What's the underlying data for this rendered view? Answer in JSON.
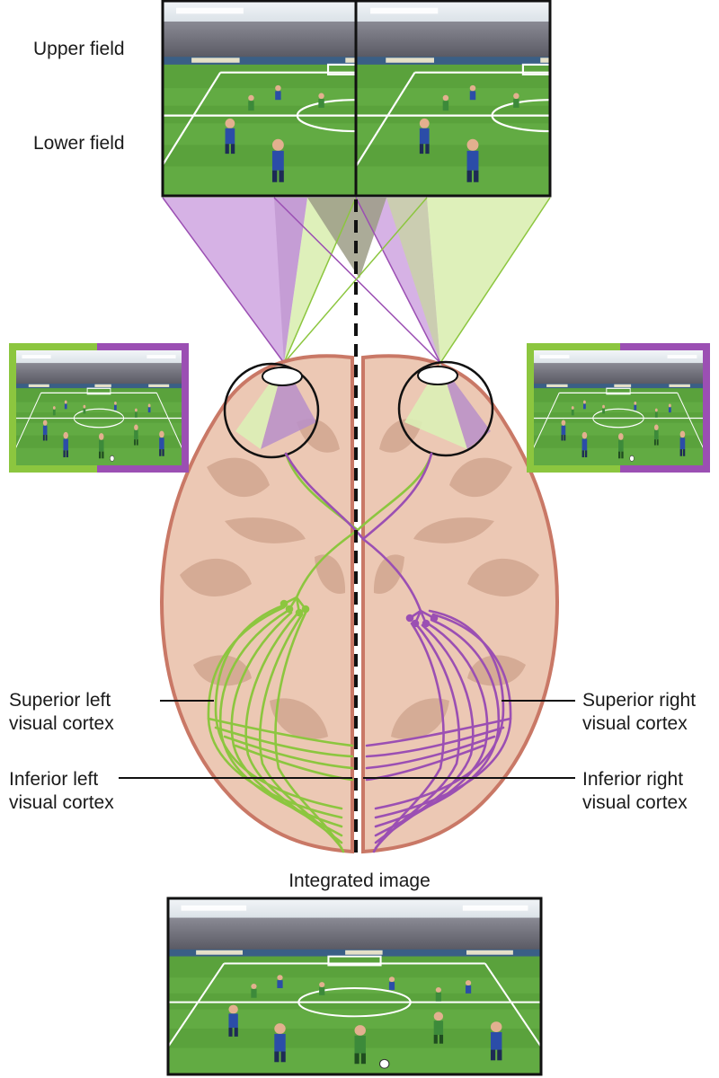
{
  "labels": {
    "upper_field": "Upper field",
    "lower_field": "Lower field",
    "superior_left": "Superior left\nvisual cortex",
    "inferior_left": "Inferior left\nvisual cortex",
    "superior_right": "Superior right\nvisual cortex",
    "inferior_right": "Inferior right\nvisual cortex",
    "integrated": "Integrated image"
  },
  "colors": {
    "left_pathway": "#8cc63f",
    "right_pathway": "#9b4fb3",
    "left_fill": "#dcefb6",
    "right_fill": "#d4aee4",
    "overlap_fill": "#9c9c86",
    "brain_fill": "#ecc8b4",
    "brain_outline": "#c97866",
    "brain_sulci": "#d3a892",
    "grass": "#4f9a35",
    "crowd": "#6e6e78",
    "sky": "#dfe6ec",
    "jersey_blue": "#2b4da8",
    "jersey_green": "#3c8a3a"
  },
  "icons": {
    "left_eye": "eye-icon",
    "right_eye": "eye-icon"
  }
}
